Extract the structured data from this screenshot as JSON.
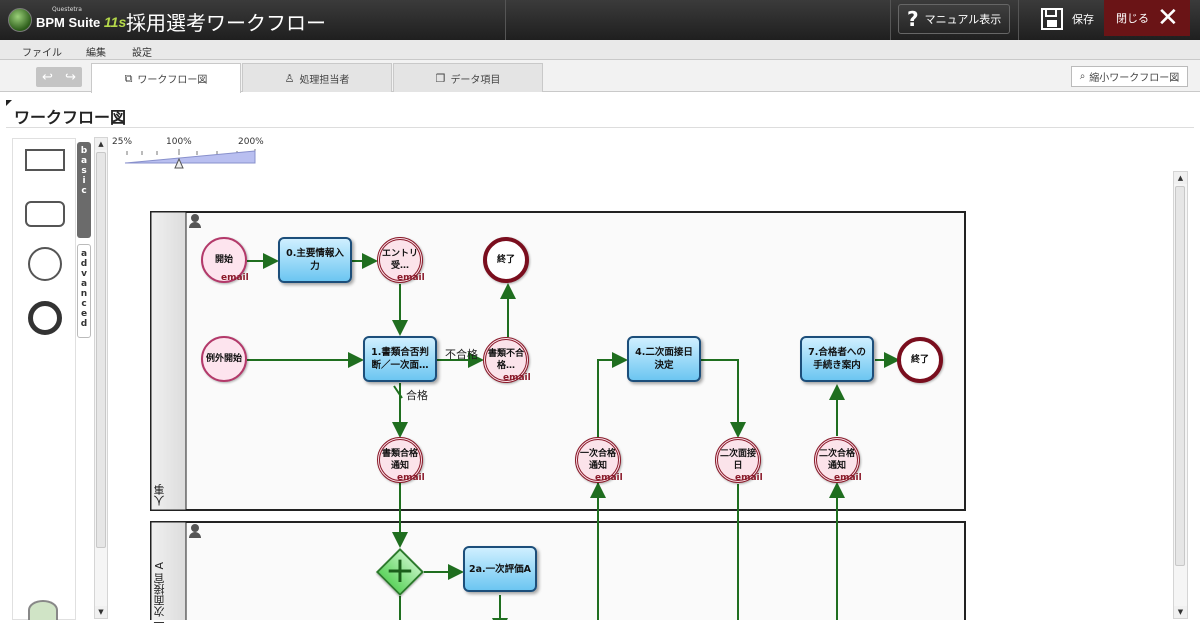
{
  "app": {
    "logo_small": "Questetra",
    "logo_name": "BPM Suite",
    "logo_version": "11s",
    "title": "採用選考ワークフロー"
  },
  "toolbar": {
    "manual_label": "マニュアル表示",
    "save_label": "保存",
    "close_label": "閉じる"
  },
  "menu": [
    "ファイル",
    "編集",
    "設定"
  ],
  "tabs": [
    {
      "label": "ワークフロー図",
      "active": true
    },
    {
      "label": "処理担当者",
      "active": false
    },
    {
      "label": "データ項目",
      "active": false
    }
  ],
  "minimap_label": "縮小ワークフロー図",
  "page_heading": "ワークフロー図",
  "palette": {
    "tabs": [
      "basic",
      "advanced"
    ]
  },
  "zoom": {
    "labels": [
      "25%",
      "100%",
      "200%"
    ],
    "value": "100%"
  },
  "lanes": [
    {
      "name": "人事"
    },
    {
      "name": "一次面接官 A"
    }
  ],
  "nodes": {
    "start_main": "開始",
    "start_exception": "例外開始",
    "task0": "0.主要情報入力",
    "entry_receive": "エントリ受…",
    "end_top": "終了",
    "task1": "1.書類合否判断／一次面…",
    "reject_notice": "書類不合格…",
    "docs_pass_notice": "書類合格通知",
    "first_pass_notice": "一次合格通知",
    "task4": "4.二次面接日決定",
    "second_date": "二次面接日",
    "second_pass_notice": "二次合格通知",
    "task7": "7.合格者への手続き案内",
    "end_right": "終了",
    "task2a": "2a.一次評価A"
  },
  "email_label": "email",
  "flow_labels": {
    "fail": "不合格",
    "pass": "合格"
  },
  "colors": {
    "titlebar": "#2a2a2a",
    "close": "#6a1416",
    "task": "#6cc6f1",
    "flow": "#1f6e1f",
    "event_border": "#8a1a2a",
    "gateway": "#5fd45f"
  }
}
